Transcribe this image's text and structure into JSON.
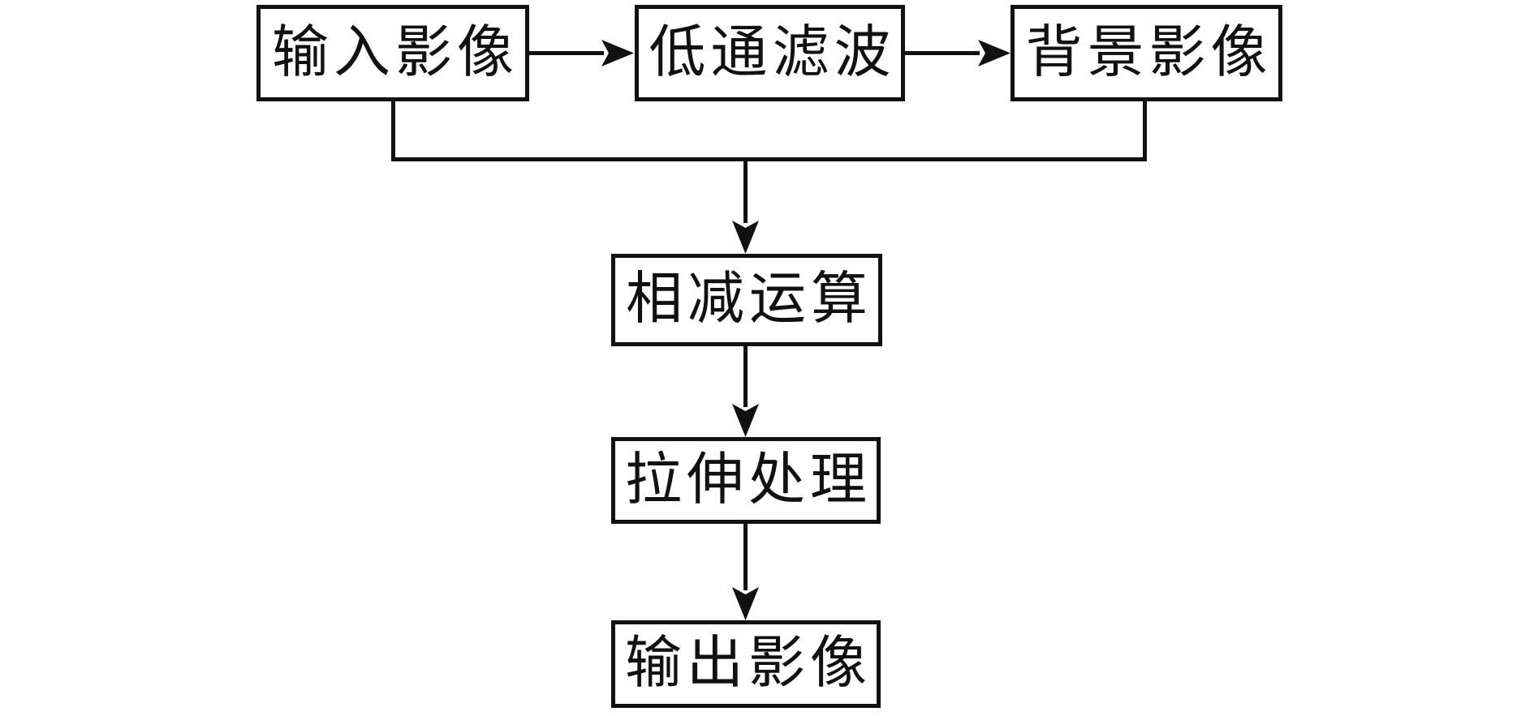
{
  "diagram": {
    "type": "flowchart",
    "nodes": {
      "input_image": {
        "label": "输入影像"
      },
      "lowpass_filter": {
        "label": "低通滤波"
      },
      "background_image": {
        "label": "背景影像"
      },
      "subtraction": {
        "label": "相减运算"
      },
      "stretch": {
        "label": "拉伸处理"
      },
      "output_image": {
        "label": "输出影像"
      }
    },
    "edges": [
      {
        "from": "input_image",
        "to": "lowpass_filter",
        "arrow": true
      },
      {
        "from": "lowpass_filter",
        "to": "background_image",
        "arrow": true
      },
      {
        "from": "input_image",
        "to": "subtraction",
        "arrow": true
      },
      {
        "from": "background_image",
        "to": "subtraction",
        "arrow": true
      },
      {
        "from": "subtraction",
        "to": "stretch",
        "arrow": true
      },
      {
        "from": "stretch",
        "to": "output_image",
        "arrow": true
      }
    ],
    "colors": {
      "line": "#111111",
      "background": "#ffffff"
    }
  }
}
